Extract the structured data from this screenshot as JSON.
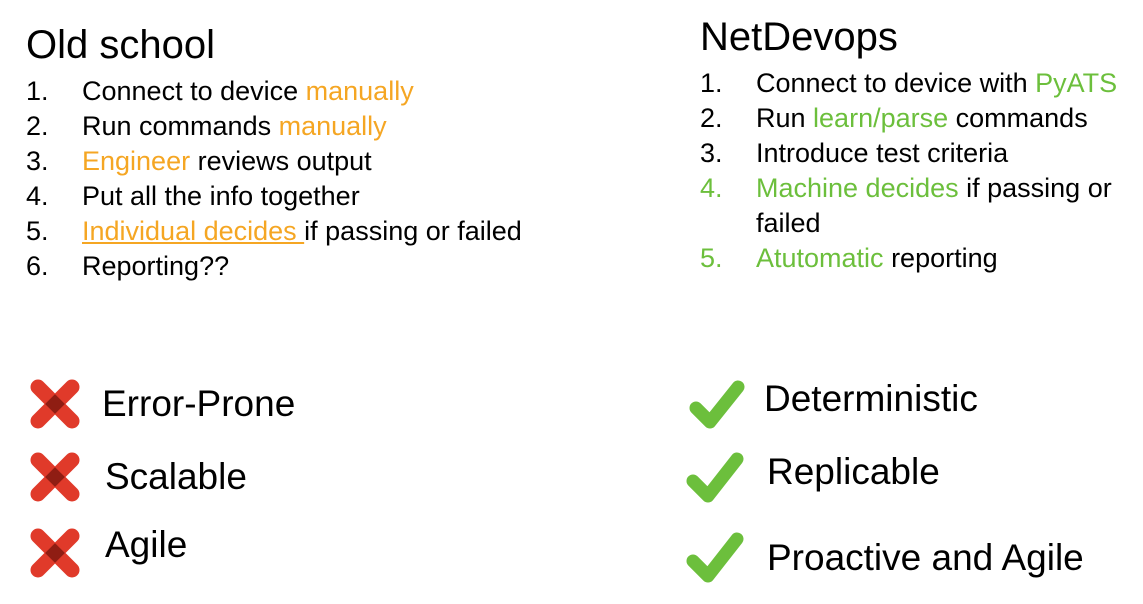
{
  "old_school": {
    "title": "Old school",
    "steps": [
      {
        "num": "1.",
        "parts": [
          {
            "text": "Connect to device ",
            "style": "plain"
          },
          {
            "text": "manually",
            "style": "orange"
          }
        ]
      },
      {
        "num": "2.",
        "parts": [
          {
            "text": "Run commands ",
            "style": "plain"
          },
          {
            "text": "manually",
            "style": "orange"
          }
        ]
      },
      {
        "num": "3.",
        "parts": [
          {
            "text": " Engineer",
            "style": "orange"
          },
          {
            "text": " reviews output",
            "style": "plain"
          }
        ]
      },
      {
        "num": "4.",
        "parts": [
          {
            "text": "Put all the info together",
            "style": "plain"
          }
        ]
      },
      {
        "num": "5.",
        "parts": [
          {
            "text": " Individual decides ",
            "style": "orange-underline"
          },
          {
            "text": "if passing or failed",
            "style": "plain"
          }
        ]
      },
      {
        "num": "6.",
        "parts": [
          {
            "text": "Reporting??",
            "style": "plain"
          }
        ]
      }
    ],
    "verdicts": [
      "Error-Prone",
      "Scalable",
      "Agile"
    ],
    "icon_color": "#e03a2a",
    "icon_overlap_color": "#8f1d13"
  },
  "netdevops": {
    "title": "NetDevops",
    "steps": [
      {
        "num": "1.",
        "num_style": "plain",
        "parts": [
          {
            "text": "Connect to device with ",
            "style": "plain"
          },
          {
            "text": "PyATS",
            "style": "green"
          }
        ]
      },
      {
        "num": "2.",
        "num_style": "plain",
        "parts": [
          {
            "text": "Run ",
            "style": "plain"
          },
          {
            "text": "learn/parse",
            "style": "green"
          },
          {
            "text": " commands",
            "style": "plain"
          }
        ]
      },
      {
        "num": "3.",
        "num_style": "plain",
        "parts": [
          {
            "text": "Introduce test criteria",
            "style": "plain"
          }
        ]
      },
      {
        "num": "4.",
        "num_style": "green",
        "parts": [
          {
            "text": "Machine decides",
            "style": "green"
          },
          {
            "text": " if passing or failed",
            "style": "plain"
          }
        ]
      },
      {
        "num": "5.",
        "num_style": "green",
        "parts": [
          {
            "text": "Atutomatic",
            "style": "green"
          },
          {
            "text": " reporting",
            "style": "plain"
          }
        ]
      }
    ],
    "verdicts": [
      "Deterministic",
      "Replicable",
      "Proactive and Agile"
    ],
    "icon_color": "#6cbf3c"
  }
}
